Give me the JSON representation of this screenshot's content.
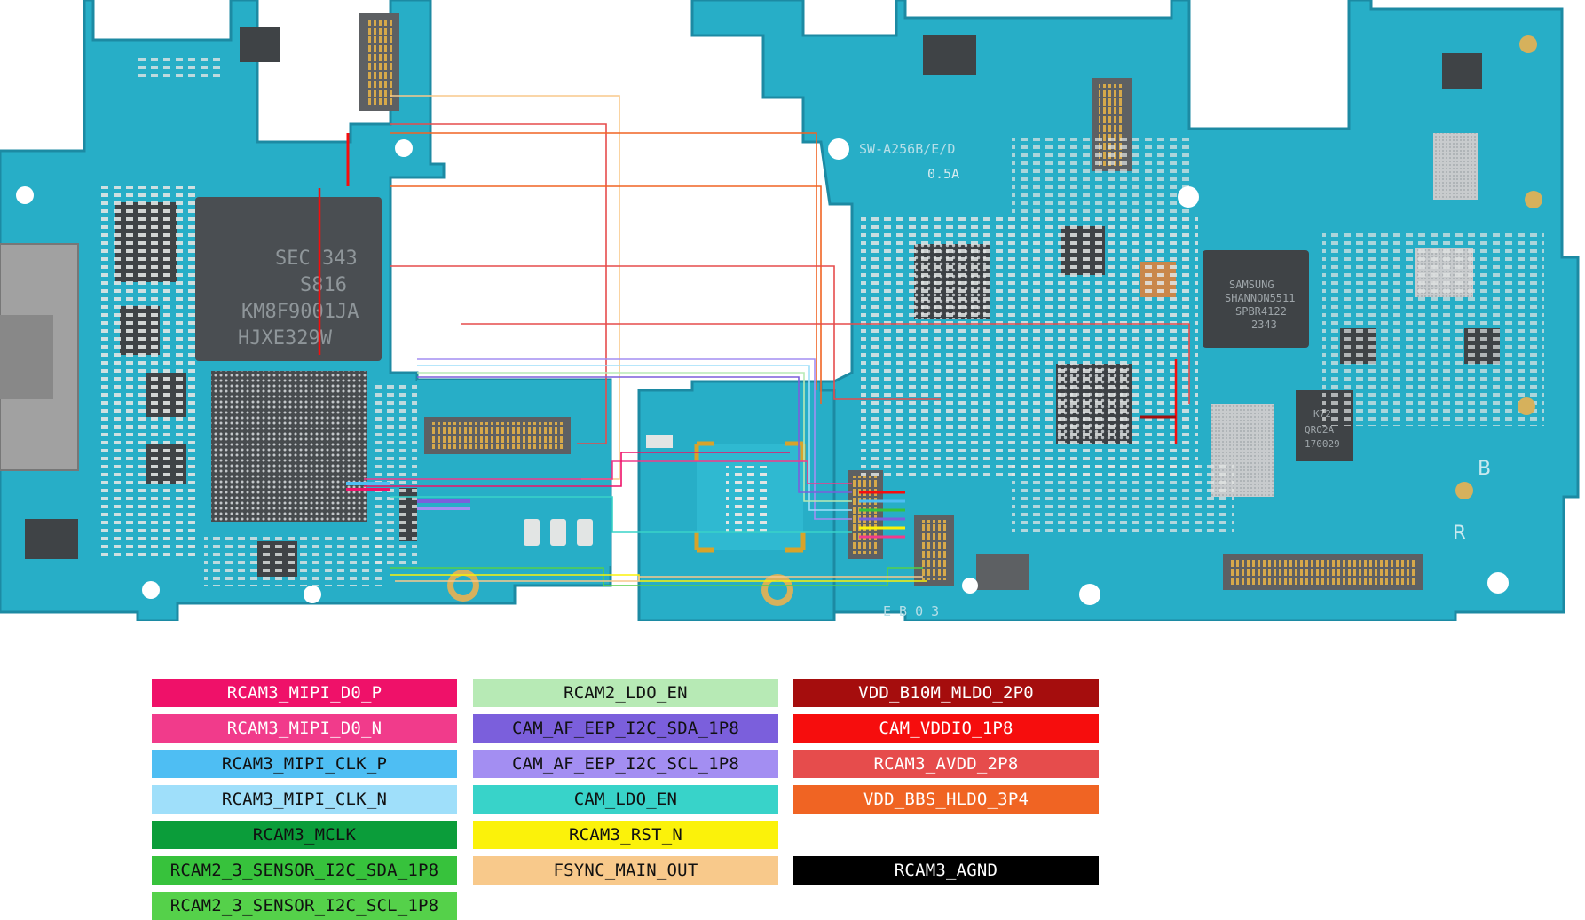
{
  "board": {
    "model_label": "SW-A256B/E/D",
    "rating_label": "0.5A",
    "bottom_mark": "E B 0 3",
    "letter_b": "B",
    "letter_r": "R",
    "chips": {
      "ap_top_1": "SEC 343",
      "ap_top_2": "S816",
      "ap_top_3": "KM8F9001JA",
      "ap_top_4": "HJXE329W",
      "modem_1": "SAMSUNG",
      "modem_2": "SHANNON5511",
      "modem_3": "SPBR4122",
      "modem_4": "2343",
      "side_chip_1": "K72",
      "side_chip_2": "QRO2A",
      "side_chip_3": "170029"
    }
  },
  "legend": {
    "column_1": [
      {
        "label": "RCAM3_MIPI_D0_P",
        "bg": "#ef1169",
        "fg": "#ffffff"
      },
      {
        "label": "RCAM3_MIPI_D0_N",
        "bg": "#f13b8b",
        "fg": "#ffffff"
      },
      {
        "label": "RCAM3_MIPI_CLK_P",
        "bg": "#4ebef3",
        "fg": "#111111"
      },
      {
        "label": "RCAM3_MIPI_CLK_N",
        "bg": "#9fdffa",
        "fg": "#111111"
      },
      {
        "label": "RCAM3_MCLK",
        "bg": "#0b9d3a",
        "fg": "#111111"
      },
      {
        "label": "RCAM2_3_SENSOR_I2C_SDA_1P8",
        "bg": "#37c23c",
        "fg": "#111111"
      },
      {
        "label": "RCAM2_3_SENSOR_I2C_SCL_1P8",
        "bg": "#55d14a",
        "fg": "#111111"
      }
    ],
    "column_2": [
      {
        "label": "RCAM2_LDO_EN",
        "bg": "#b7eab5",
        "fg": "#111111"
      },
      {
        "label": "CAM_AF_EEP_I2C_SDA_1P8",
        "bg": "#7b5fdc",
        "fg": "#111111"
      },
      {
        "label": "CAM_AF_EEP_I2C_SCL_1P8",
        "bg": "#a38ef2",
        "fg": "#111111"
      },
      {
        "label": "CAM_LDO_EN",
        "bg": "#38d3c9",
        "fg": "#111111"
      },
      {
        "label": "RCAM3_RST_N",
        "bg": "#fbf20a",
        "fg": "#111111"
      },
      {
        "label": "FSYNC_MAIN_OUT",
        "bg": "#f8c98b",
        "fg": "#111111"
      }
    ],
    "column_3": [
      {
        "label": "VDD_B10M_MLDO_2P0",
        "bg": "#a50d0d",
        "fg": "#ffffff"
      },
      {
        "label": "CAM_VDDIO_1P8",
        "bg": "#f60d0d",
        "fg": "#ffffff"
      },
      {
        "label": "RCAM3_AVDD_2P8",
        "bg": "#e64c4c",
        "fg": "#ffffff"
      },
      {
        "label": "VDD_BBS_HLDO_3P4",
        "bg": "#f06423",
        "fg": "#ffffff"
      },
      {
        "label": "RCAM3_AGND",
        "bg": "#000000",
        "fg": "#ffffff"
      }
    ]
  }
}
